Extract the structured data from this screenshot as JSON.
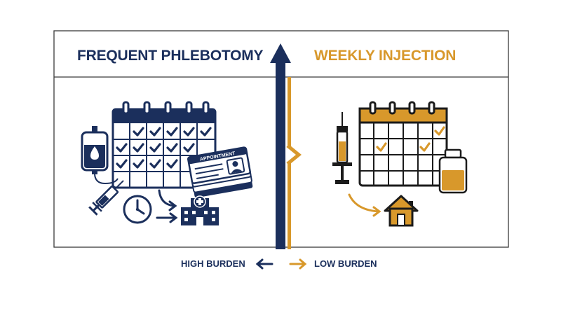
{
  "titles": {
    "left": "FREQUENT PHLEBOTOMY",
    "right": "WEEKLY INJECTION"
  },
  "appointment_card": {
    "label": "APPOINTMENT"
  },
  "legend": {
    "high": "HIGH BURDEN",
    "low": "LOW BURDEN"
  },
  "colors": {
    "navy": "#1b2f5c",
    "gold": "#d8982b",
    "border": "#3a3a3a"
  },
  "icons": {
    "left": [
      "iv-blood-bag-icon",
      "calendar-checks-icon",
      "appointment-cards-icon",
      "syringe-icon",
      "clock-icon",
      "hospital-icon"
    ],
    "right": [
      "syringe-icon",
      "calendar-few-checks-icon",
      "vial-icon",
      "home-icon"
    ],
    "center": [
      "up-arrow-icon",
      "chevron-right-icon"
    ]
  }
}
